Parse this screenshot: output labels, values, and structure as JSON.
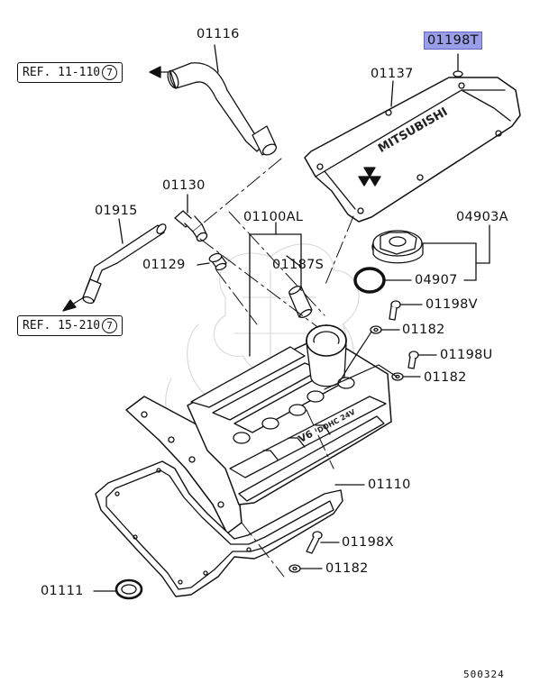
{
  "parts": {
    "p01116": "01116",
    "p01198T": "01198T",
    "p01137": "01137",
    "p01130": "01130",
    "p01915": "01915",
    "p01100AL": "01100AL",
    "p04903A": "04903A",
    "p01129": "01129",
    "p01187S": "01187S",
    "p04907": "04907",
    "p01198V": "01198V",
    "p01182a": "01182",
    "p01198U": "01198U",
    "p01182b": "01182",
    "p01110": "01110",
    "p01198X": "01198X",
    "p01182c": "01182",
    "p01111": "01111"
  },
  "refs": {
    "ref1_text": "REF. 11-110",
    "ref1_circle": "7",
    "ref2_text": "REF. 15-210",
    "ref2_circle": "7"
  },
  "emblems": {
    "brand": "MITSUBISHI",
    "engine": "V6",
    "engine_detail": "DOHC 24V"
  },
  "diagram_number": "500324",
  "colors": {
    "line": "#111111",
    "highlight": "#9a9ee8"
  }
}
